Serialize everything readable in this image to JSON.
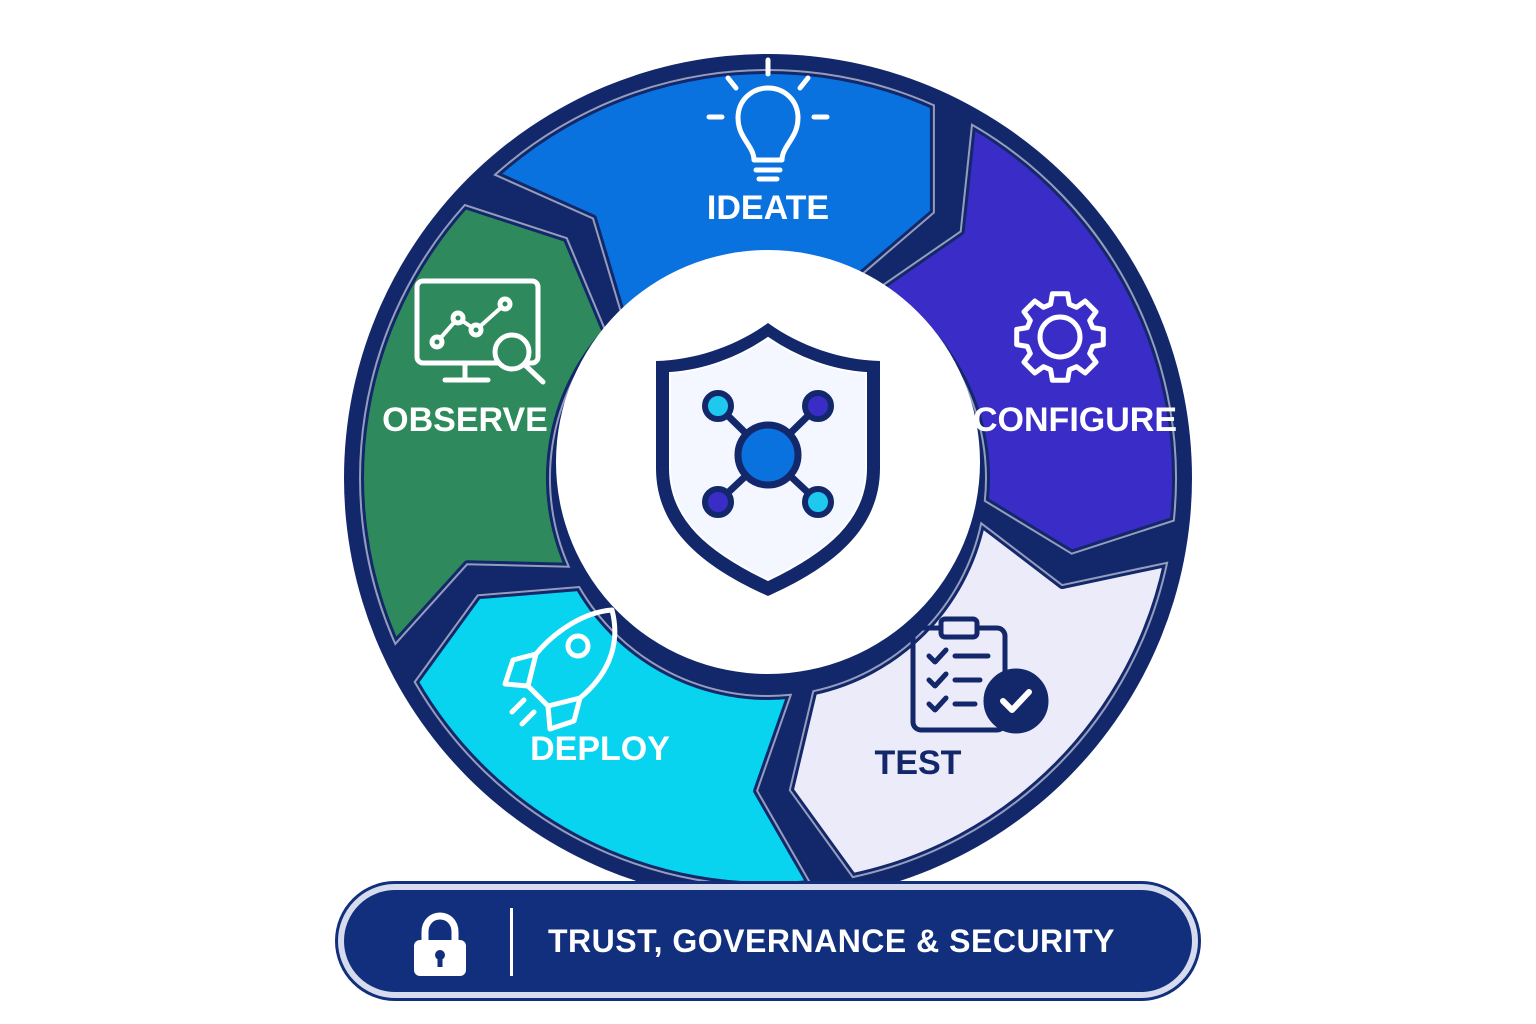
{
  "segments": [
    {
      "id": "ideate",
      "label": "IDEATE",
      "icon": "lightbulb-icon",
      "fill": "#0a72df",
      "text_color": "#ffffff"
    },
    {
      "id": "configure",
      "label": "CONFIGURE",
      "icon": "gear-icon",
      "fill": "#3a2cc6",
      "text_color": "#ffffff"
    },
    {
      "id": "test",
      "label": "TEST",
      "icon": "clipboard-check-icon",
      "fill": "#ecebfa",
      "text_color": "#13276b"
    },
    {
      "id": "deploy",
      "label": "DEPLOY",
      "icon": "rocket-icon",
      "fill": "#08d4f0",
      "text_color": "#ffffff"
    },
    {
      "id": "observe",
      "label": "OBSERVE",
      "icon": "monitor-analytics-icon",
      "fill": "#2e8a5c",
      "text_color": "#ffffff"
    }
  ],
  "center": {
    "icon": "shield-network-icon"
  },
  "footer": {
    "label": "TRUST, GOVERNANCE & SECURITY",
    "icon": "lock-icon"
  },
  "colors": {
    "outline": "#13276b",
    "footer_bg": "#112f7c",
    "accent_blue": "#0a72df",
    "accent_cyan": "#1ec8ef"
  }
}
